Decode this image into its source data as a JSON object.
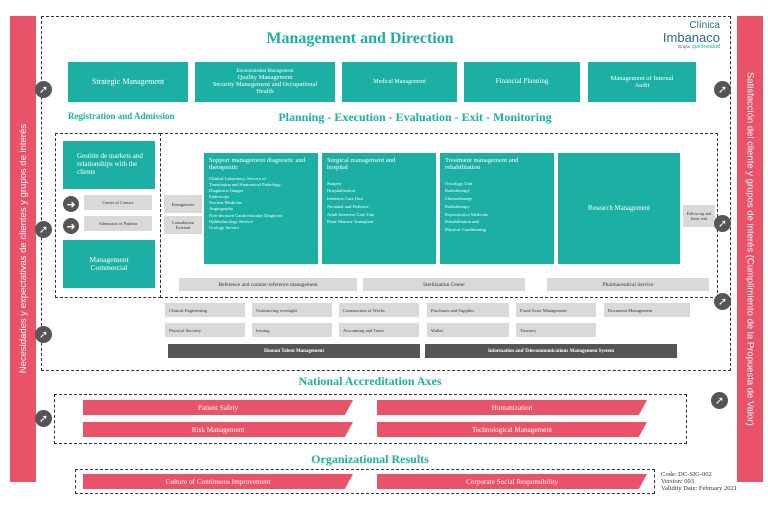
{
  "side_left": "Necesidades y expectativas de clientes y grupos de interés",
  "side_right": "Satisfacción del cliente y grupos de interés (Cumplimiento de la Propuesta de Valor)",
  "logo": {
    "line1": "Clínica",
    "line2": "Imbanaco",
    "line3": "Grupo",
    "line4": "quirónsalud"
  },
  "main_title": "Management and Direction",
  "mgmt_boxes": {
    "strategic": "Strategic Management",
    "env": "Environmental Management",
    "quality": "Quality Management",
    "security": "Security Management and Occupational Health",
    "medical": "Medical  Management",
    "financial": "Financial Planning",
    "audit": "Management of Internal Audit"
  },
  "registration_title": "Registration and Admission",
  "planning_title": "Planning - Execution - Evaluation - Exit - Monitoring",
  "left_col": {
    "markets": "Gestión de markets and relationships with the clients",
    "center_contact": "Center of Contact",
    "admission": "Admission of Patients",
    "commercial": "Management Commercial"
  },
  "small_grey": {
    "emergencies": "Emergencies",
    "consultation": "Consultation External",
    "followup": "Follow-up and Jesús visit"
  },
  "support": {
    "title": "Support management diagnostic and therapeutic",
    "items": [
      "Clinical Laboratory, Service of",
      "Transfusion and Anatomical Pathology",
      "Diagnostic Images",
      "Endoscopy",
      "Nuclear Medicine",
      "Angiography",
      "Non-Invasive Cardiovascular Diagnosis",
      "Ophthalmology Service",
      "Urology Service"
    ]
  },
  "surgical": {
    "title": "Surgical management and hospital",
    "items": [
      "Surgery",
      "Hospitalization",
      "Intensive Care Unit",
      "Neonatal and Pediatric",
      "Adult Intensive Care Unit",
      "Bone Marrow Transplant"
    ]
  },
  "treatment": {
    "title": "Treatment management and rehabilitation",
    "items": [
      "Oncology Unit",
      "Radiotherapy",
      "Chemotherapy",
      "Radiotherapy",
      "Reproductive Medicine",
      "Rehabilitation and",
      "Physical Conditioning"
    ]
  },
  "research": "Research Management",
  "support_row1": [
    "Reference and counter-reference management",
    "Sterilization Center",
    "Pharmaceutical Service"
  ],
  "support_row2": [
    "Clinical Engineering",
    "Outsourcing oversight",
    "Construction of Works",
    "Purchases and Supplies",
    "Fixed Asset Management",
    "Document Management"
  ],
  "support_row3": [
    "Physical Security",
    "Ironing",
    "Accounting and Taxes",
    "Wallet",
    "Treasury"
  ],
  "dark_row": [
    "Human Talent Management",
    "Information and Telecommunications Management System"
  ],
  "accreditation_title": "National Accreditation Axes",
  "accreditation": [
    "Patient Safety",
    "Humanization",
    "Risk Management",
    "Technological Management"
  ],
  "results_title": "Organizational Results",
  "results": [
    "Culture of Continuous Improvement",
    "Corporate Social Responsibility"
  ],
  "doc_info": {
    "code": "Code: DC-SIG-002",
    "version": "Version: 003",
    "validity": "Validity Date: February 2021"
  },
  "colors": {
    "teal": "#1cb0a4",
    "pink": "#e8536a",
    "grey": "#d9d9d9",
    "dark": "#555555"
  }
}
